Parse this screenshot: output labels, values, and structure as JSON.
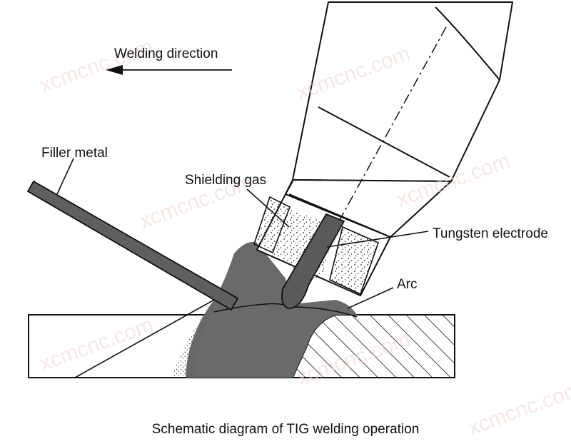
{
  "diagram": {
    "labels": {
      "welding_direction": "Welding direction",
      "filler_metal": "Filler metal",
      "shielding_gas": "Shielding gas",
      "tungsten_electrode": "Tungsten electrode",
      "arc": "Arc"
    },
    "caption": "Schematic diagram of TIG welding operation",
    "watermark": "xcmcnc.com",
    "colors": {
      "line": "#111111",
      "weld_pool": "#6a6a6a",
      "electrode": "#5a5a5a",
      "filler_rod": "#5f5f5f",
      "watermark": "#f2d5cf"
    }
  }
}
